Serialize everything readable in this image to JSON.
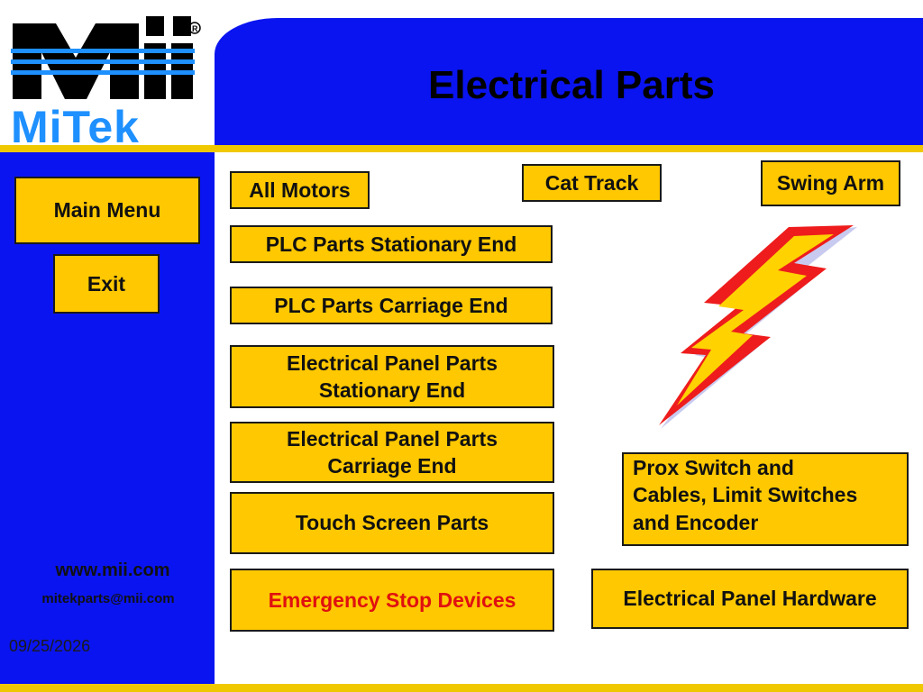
{
  "logo": {
    "wordmark": "MiTek",
    "registered": "®"
  },
  "header": {
    "title": "Electrical Parts"
  },
  "sidebar": {
    "main_menu_label": "Main Menu",
    "exit_label": "Exit",
    "website": "www.mii.com",
    "email": "mitekparts@mii.com",
    "date": "09/25/2026"
  },
  "buttons": {
    "all_motors": "All Motors",
    "cat_track": "Cat Track",
    "swing_arm": "Swing Arm",
    "plc_stationary": "PLC Parts Stationary End",
    "plc_carriage": "PLC Parts Carriage End",
    "panel_stationary_line1": "Electrical Panel Parts",
    "panel_stationary_line2": "Stationary End",
    "panel_carriage_line1": "Electrical Panel Parts",
    "panel_carriage_line2": "Carriage End",
    "touch_screen": "Touch Screen Parts",
    "prox_line1": "Prox Switch and",
    "prox_line2": "Cables, Limit Switches",
    "prox_line3": "and Encoder",
    "emergency_stop": "Emergency Stop Devices",
    "panel_hardware": "Electrical Panel Hardware"
  },
  "icons": {
    "logo": "mii-logo-icon",
    "bolt": "lightning-bolt-icon"
  },
  "colors": {
    "brand_blue": "#0a14f0",
    "button_gold": "#ffc800",
    "accent_gold": "#f0c800",
    "logo_blue": "#1e90ff",
    "emergency_red": "#e01010"
  }
}
